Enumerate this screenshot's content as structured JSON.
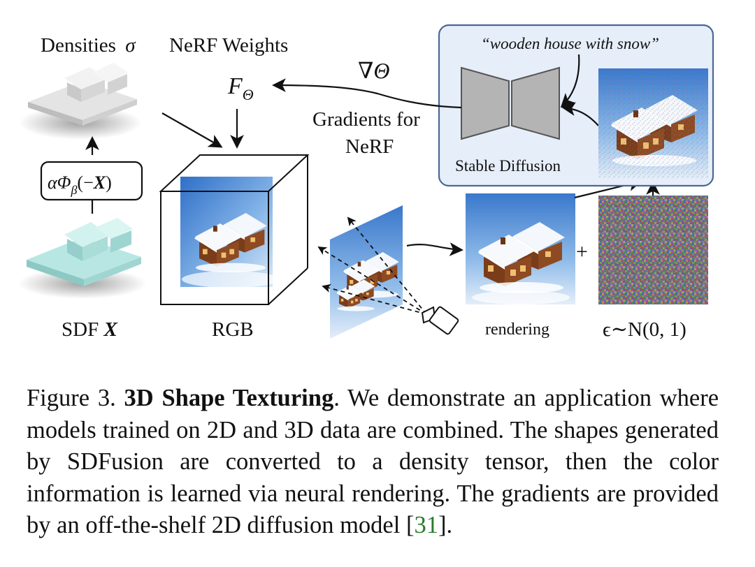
{
  "figure": {
    "labels": {
      "densities": "Densities",
      "sigma": "σ",
      "nerf_weights": "NeRF Weights",
      "f_theta_main": "F",
      "f_theta_sub": "Θ",
      "sdf_prefix": "SDF ",
      "sdf_x": "X",
      "rgb": "RGB",
      "gradient_symbol": "∇Θ",
      "gradients_line1": "Gradients for",
      "gradients_line2": "NeRF",
      "prompt": "“wooden house with snow”",
      "stable_diffusion": "Stable Diffusion",
      "rendering": "rendering",
      "plus": "+",
      "noise_eq": "ϵ∼N(0, 1)",
      "transform_alpha_phi": "αΦ",
      "transform_beta": "β",
      "transform_arg_open": "(−",
      "transform_arg_x": "X",
      "transform_arg_close": ")"
    },
    "colors": {
      "sd_box_fill": "#e6eef9",
      "sd_box_stroke": "#4a6894",
      "unet_fill": "#b4b4b4",
      "sdf_shape": "#a8e0dc",
      "density_shape": "#d9d9d9",
      "sky_blue": "#3f7fd0",
      "snow": "#f4f7fb",
      "wood": "#7a3d1a"
    }
  },
  "caption": {
    "figure_label": "Figure 3.",
    "title": "3D Shape Texturing",
    "title_end": ".",
    "body": "We demonstrate an application where models trained on 2D and 3D data are combined. The shapes generated by SDFusion are converted to a density tensor, then the color information is learned via neural rendering. The gradients are provided by an off-the-shelf 2D diffusion model [",
    "ref": "31",
    "end": "]."
  }
}
